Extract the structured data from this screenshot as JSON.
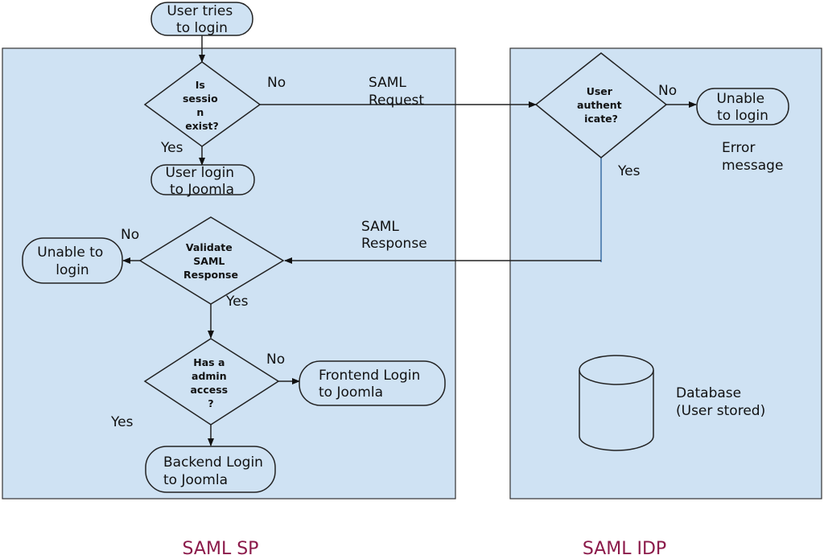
{
  "nodes": {
    "start": [
      "User tries",
      "to login"
    ],
    "session_check": [
      "Is",
      "sessio",
      "n",
      "exist?"
    ],
    "user_login": [
      "User login",
      "to Joomla"
    ],
    "validate": [
      "Validate",
      "SAML",
      "Response"
    ],
    "unable_sp": [
      "Unable to",
      "login"
    ],
    "admin_check": [
      "Has a",
      "admin",
      "access",
      "?"
    ],
    "frontend": [
      "Frontend Login",
      "to Joomla"
    ],
    "backend": [
      "Backend Login",
      "to Joomla"
    ],
    "authenticate": [
      "User",
      "authent",
      "icate?"
    ],
    "unable_idp": [
      "Unable",
      "to login"
    ],
    "database": [
      "Database",
      "(User stored)"
    ]
  },
  "edges": {
    "session_no": "No",
    "session_yes": "Yes",
    "saml_request": [
      "SAML",
      "Request"
    ],
    "auth_no": "No",
    "auth_yes": "Yes",
    "error_message": [
      "Error",
      "message"
    ],
    "saml_response": [
      "SAML",
      "Response"
    ],
    "validate_no": "No",
    "validate_yes": "Yes",
    "admin_no": "No",
    "admin_yes": "Yes"
  },
  "panels": {
    "sp_title": "SAML SP",
    "idp_title": "SAML IDP"
  }
}
